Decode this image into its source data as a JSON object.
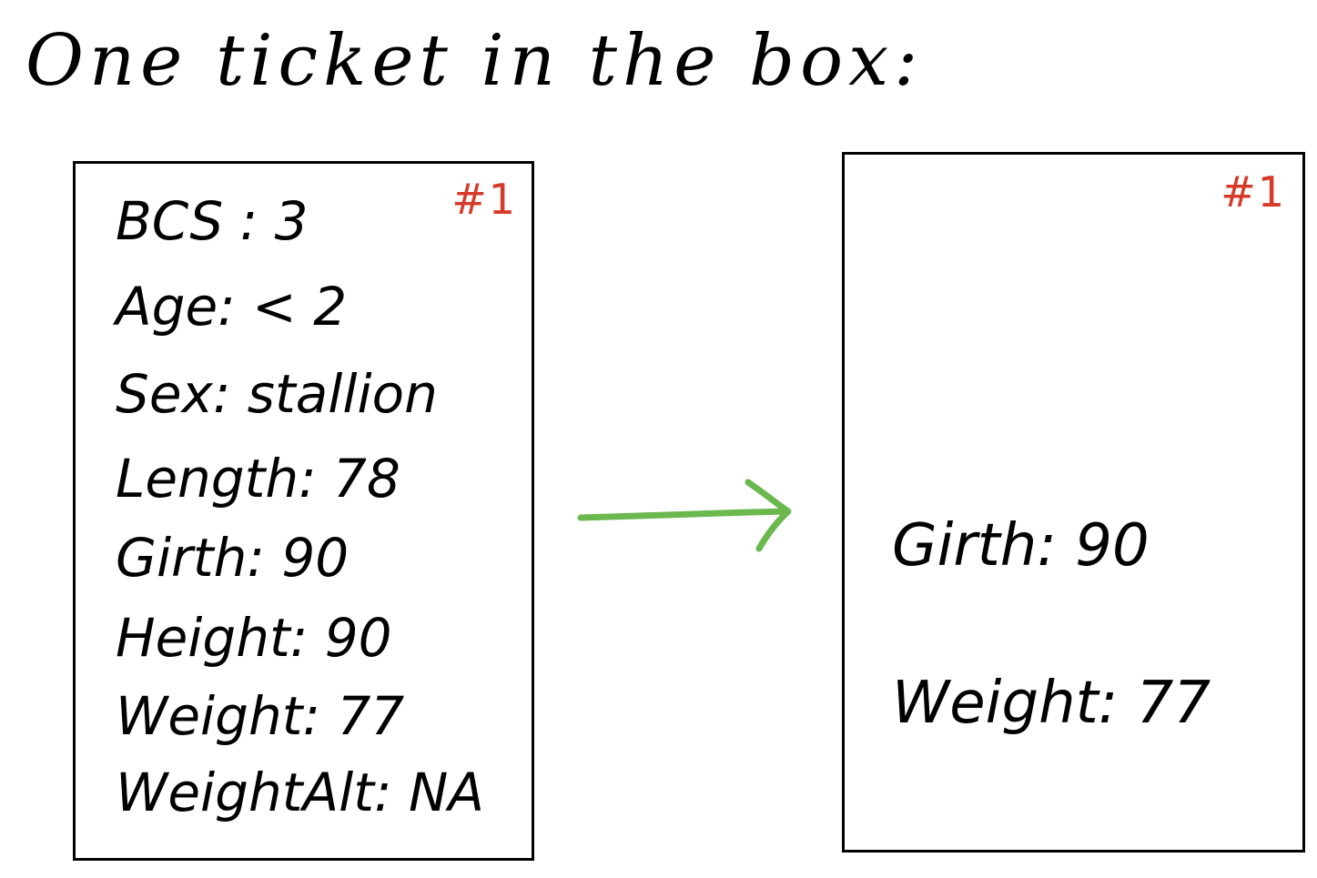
{
  "title": "One ticket in the box:",
  "colors": {
    "ink": "#000000",
    "ticket_number": "#d63a2a",
    "arrow": "#6bb84f"
  },
  "tickets": {
    "left": {
      "number": "#1",
      "fields": [
        {
          "text": "BCS : 3"
        },
        {
          "text": "Age: < 2"
        },
        {
          "text": "Sex: stallion"
        },
        {
          "text": "Length: 78"
        },
        {
          "text": "Girth: 90"
        },
        {
          "text": "Height: 90"
        },
        {
          "text": "Weight: 77"
        },
        {
          "text": "WeightAlt: NA"
        }
      ]
    },
    "right": {
      "number": "#1",
      "fields": [
        {
          "text": "Girth: 90"
        },
        {
          "text": "Weight: 77"
        }
      ]
    }
  },
  "arrow_icon": "right-arrow-icon"
}
